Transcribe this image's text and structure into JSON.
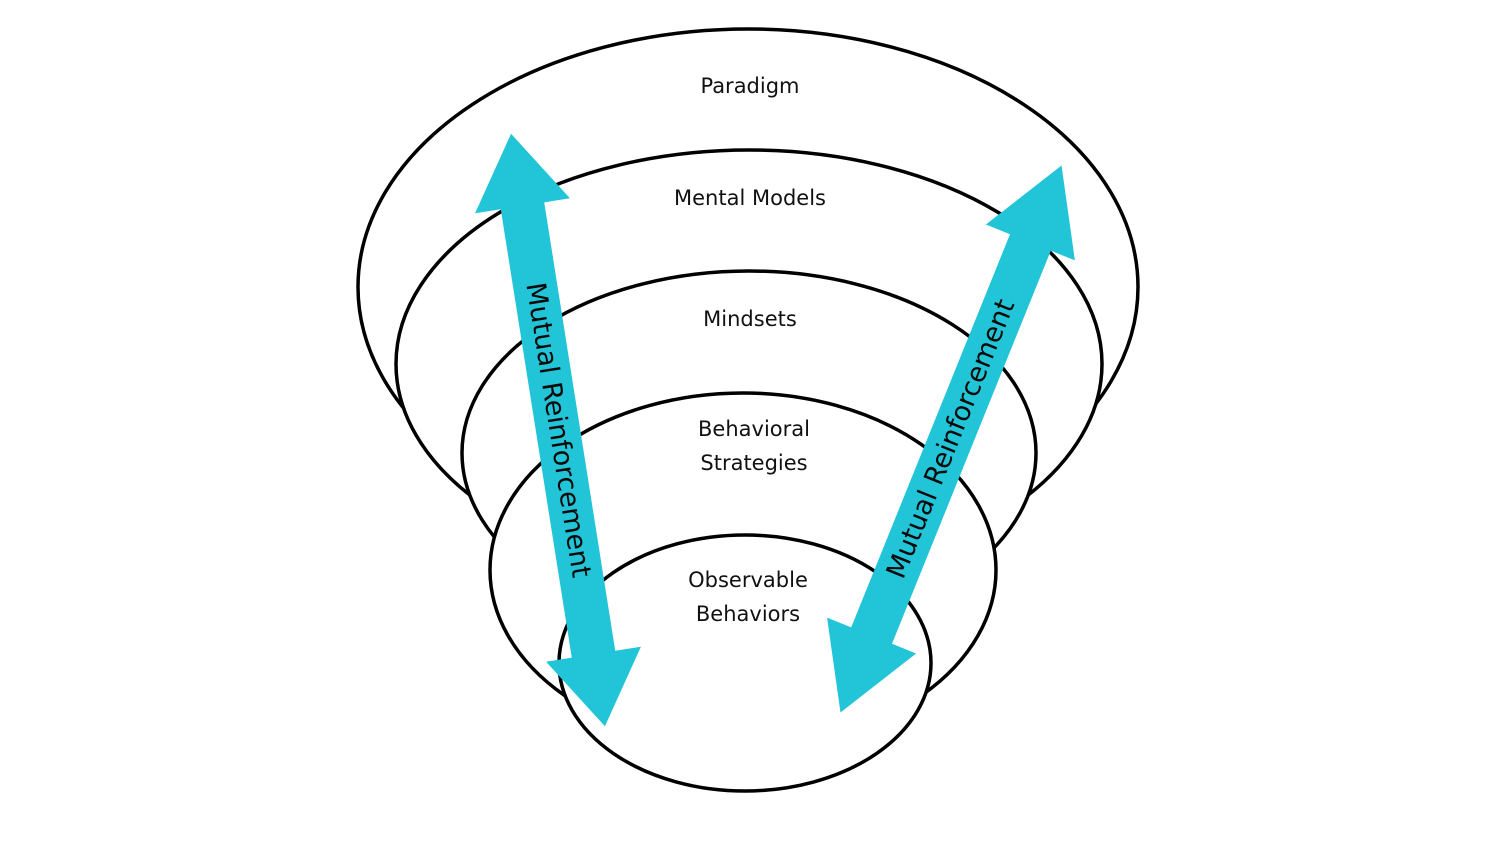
{
  "diagram": {
    "layers": [
      {
        "id": "paradigm",
        "label": "Paradigm"
      },
      {
        "id": "mental-models",
        "label": "Mental Models"
      },
      {
        "id": "mindsets",
        "label": "Mindsets"
      },
      {
        "id": "behavioral-strategies",
        "label": "Behavioral\nStrategies"
      },
      {
        "id": "observable-behaviors",
        "label": "Observable\nBehaviors"
      }
    ],
    "arrows": [
      {
        "id": "left",
        "label": "Mutual Reinforcement",
        "direction": "bidirectional"
      },
      {
        "id": "right",
        "label": "Mutual Reinforcement",
        "direction": "bidirectional"
      }
    ],
    "colors": {
      "arrow": "#22C4D7",
      "outline": "#000000",
      "background": "#FFFFFF"
    }
  }
}
